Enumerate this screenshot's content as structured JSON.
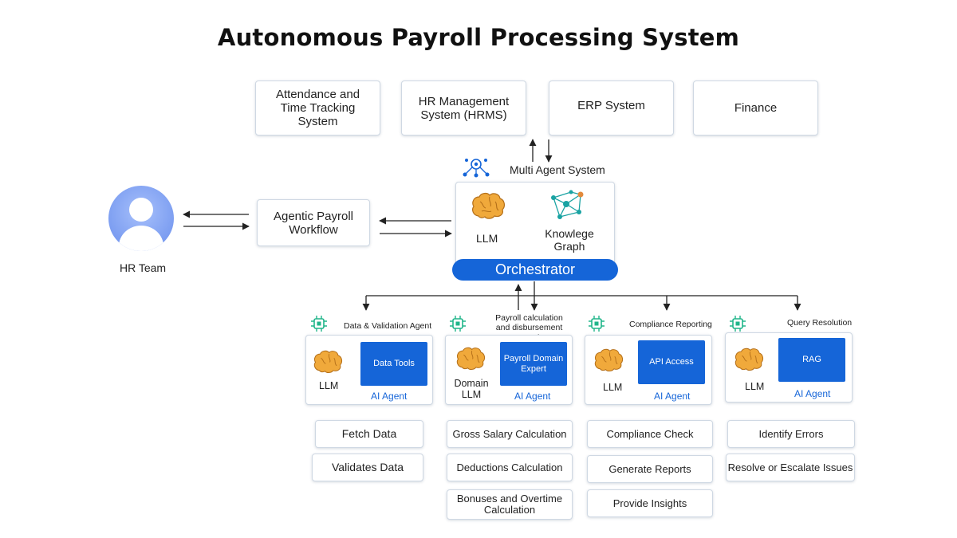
{
  "title": "Autonomous Payroll Processing System",
  "systems": [
    {
      "label": "Attendance and Time Tracking System"
    },
    {
      "label": "HR Management System (HRMS)"
    },
    {
      "label": "ERP System"
    },
    {
      "label": "Finance"
    }
  ],
  "hr_team": "HR Team",
  "workflow": "Agentic Payroll Workflow",
  "multi_agent": "Multi Agent System",
  "core": {
    "llm": "LLM",
    "knowledge_graph": "Knowlege Graph",
    "orchestrator": "Orchestrator"
  },
  "agents": [
    {
      "name": "Data & Validation Agent",
      "llm": "LLM",
      "tool": "Data Tools",
      "role": "AI Agent",
      "tasks": [
        "Fetch Data",
        "Validates Data"
      ]
    },
    {
      "name": "Payroll calculation and disbursement agent",
      "llm": "Domain LLM",
      "tool": "Payroll Domain Expert",
      "role": "AI Agent",
      "tasks": [
        "Gross Salary Calculation",
        "Deductions Calculation",
        "Bonuses and Overtime Calculation"
      ]
    },
    {
      "name": "Compliance Reporting",
      "llm": "LLM",
      "tool": "API Access",
      "role": "AI Agent",
      "tasks": [
        "Compliance Check",
        "Generate Reports",
        "Provide Insights"
      ]
    },
    {
      "name": "Query Resolution",
      "llm": "LLM",
      "tool": "RAG",
      "role": "AI Agent",
      "tasks": [
        "Identify Errors",
        "Resolve or Escalate Issues"
      ]
    }
  ],
  "colors": {
    "accent": "#1565d8",
    "brain": "#e8a23a",
    "graph": "#1aa3a3",
    "avatar": "#7da3f2"
  }
}
